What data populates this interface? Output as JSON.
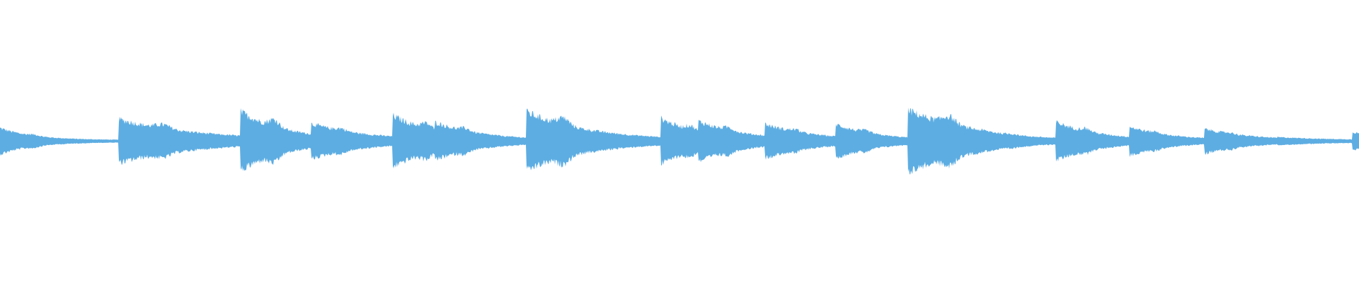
{
  "waveform": {
    "color": "#5dade2",
    "icon": "audio-waveform-icon",
    "transients": [
      {
        "t": 0.0,
        "amp": 0.4,
        "decay": 0.55,
        "tail": 0.045
      },
      {
        "t": 0.087,
        "amp": 0.7,
        "decay": 0.95,
        "tail": 0.06
      },
      {
        "t": 0.177,
        "amp": 0.95,
        "decay": 0.75,
        "tail": 0.045
      },
      {
        "t": 0.229,
        "amp": 0.55,
        "decay": 1.0,
        "tail": 0.04
      },
      {
        "t": 0.289,
        "amp": 0.82,
        "decay": 0.75,
        "tail": 0.045
      },
      {
        "t": 0.32,
        "amp": 0.6,
        "decay": 0.85,
        "tail": 0.04
      },
      {
        "t": 0.387,
        "amp": 0.95,
        "decay": 0.9,
        "tail": 0.05
      },
      {
        "t": 0.486,
        "amp": 0.73,
        "decay": 0.75,
        "tail": 0.04
      },
      {
        "t": 0.514,
        "amp": 0.63,
        "decay": 0.85,
        "tail": 0.04
      },
      {
        "t": 0.563,
        "amp": 0.53,
        "decay": 0.9,
        "tail": 0.04
      },
      {
        "t": 0.615,
        "amp": 0.53,
        "decay": 0.75,
        "tail": 0.04
      },
      {
        "t": 0.668,
        "amp": 1.0,
        "decay": 0.9,
        "tail": 0.055
      },
      {
        "t": 0.723,
        "amp": 0.33,
        "decay": 0.9,
        "tail": 0.04
      },
      {
        "t": 0.777,
        "amp": 0.6,
        "decay": 0.8,
        "tail": 0.04
      },
      {
        "t": 0.831,
        "amp": 0.45,
        "decay": 0.85,
        "tail": 0.035
      },
      {
        "t": 0.886,
        "amp": 0.38,
        "decay": 0.95,
        "tail": 0.035
      },
      {
        "t": 0.94,
        "amp": 0.1,
        "decay": 1.3,
        "tail": 0.03
      },
      {
        "t": 0.995,
        "amp": 0.28,
        "decay": 0.6,
        "tail": 0.04
      }
    ]
  }
}
